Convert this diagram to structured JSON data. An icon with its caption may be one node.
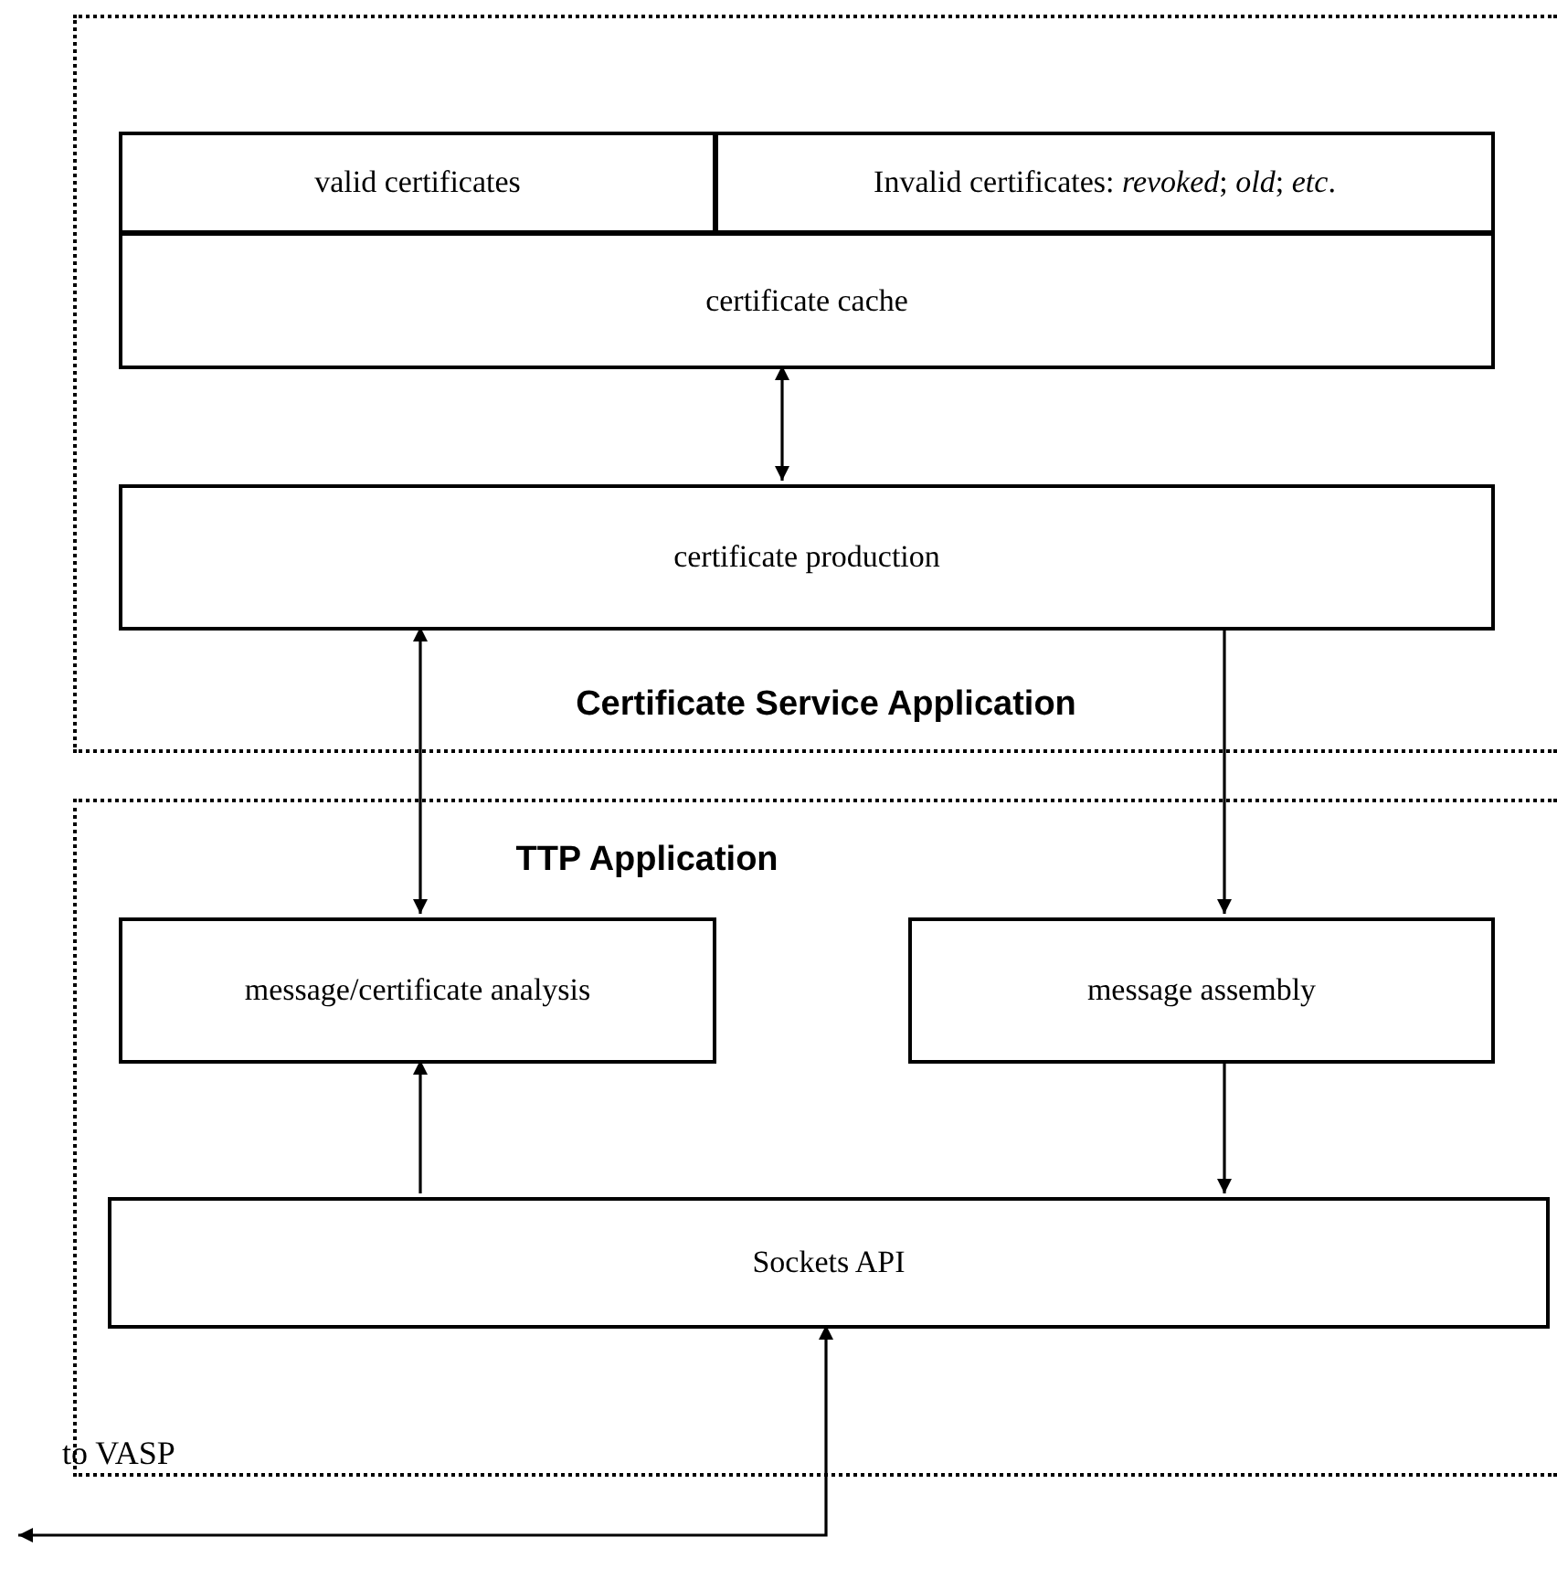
{
  "diagram": {
    "nodes": [
      {
        "text": [
          "Certificate Service Application"
        ]
      },
      {
        "text": [
          "valid certificates"
        ],
        "in": 0
      },
      {
        "text": [
          "Invalid certificates: *revoked*; *old*; *etc*."
        ],
        "in": 0
      },
      {
        "text": [
          "certificate cache"
        ],
        "in": 0
      },
      {
        "text": [
          "certificate production"
        ],
        "in": 0
      },
      {
        "text": [
          "TTP Application"
        ]
      },
      {
        "text": [
          "message/certificate analysis"
        ],
        "in": 5
      },
      {
        "text": [
          "message assembly"
        ],
        "in": 5
      },
      {
        "text": [
          "Sockets API"
        ],
        "in": 5
      }
    ],
    "edges": [
      {
        "from": 3,
        "to": 4,
        "arrow": "both"
      },
      {
        "from": 4,
        "to": 6,
        "arrow": "both"
      },
      {
        "from": 4,
        "to": 7,
        "arrow": "to"
      },
      {
        "from": 8,
        "to": 6,
        "arrow": "to"
      },
      {
        "from": 7,
        "to": 8,
        "arrow": "to"
      },
      {
        "from": null,
        "to": 8,
        "arrow": "both"
      }
    ],
    "labels": [
      "to VASP"
    ]
  }
}
